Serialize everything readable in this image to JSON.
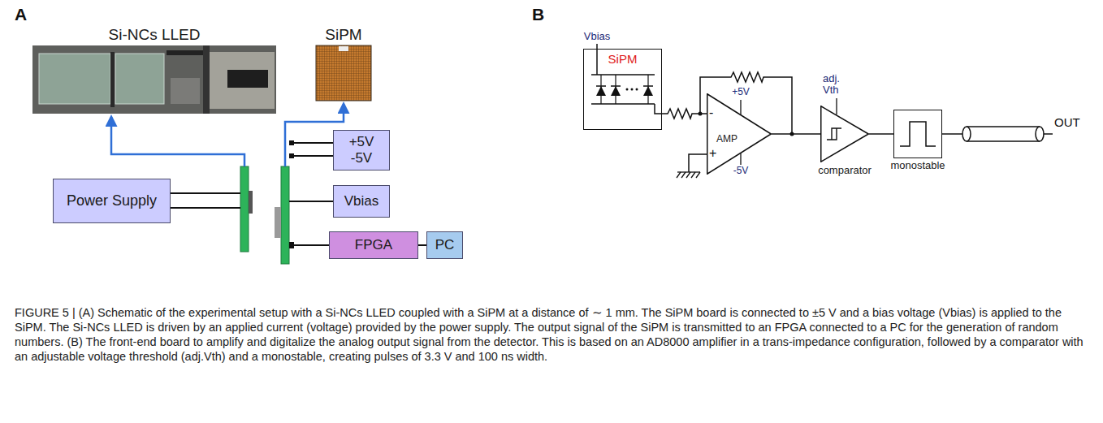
{
  "diagram": {
    "caption": "FIGURE 5 | (A) Schematic of the experimental setup with a Si-NCs LLED coupled with a SiPM at a distance of ∼ 1 mm. The SiPM board is connected to ±5 V and a bias voltage (Vbias) is applied to the SiPM. The Si-NCs LLED is driven by an applied current (voltage) provided by the power supply. The output signal of the SiPM is transmitted to an FPGA connected to a PC for the generation of random numbers. (B) The front-end board to amplify and digitalize the analog output signal from the detector. This is based on an AD8000 amplifier in a trans-impedance configuration, followed by a comparator with an adjustable voltage threshold (adj.Vth) and a monostable, creating pulses of 3.3 V and 100 ns width.",
    "nodes": [
      {
        "text": [
          "Si-NCs LLED"
        ]
      },
      {
        "text": [
          "SiPM"
        ]
      },
      {
        "text": [
          "Power Supply"
        ]
      },
      {
        "text": [
          "+5V -5V"
        ]
      },
      {
        "text": [
          "Vbias"
        ]
      },
      {
        "text": [
          "FPGA"
        ]
      },
      {
        "text": [
          "PC"
        ]
      },
      {
        "text": [
          "SiPM"
        ]
      },
      {
        "text": [
          "AMP"
        ]
      },
      {
        "text": [
          "comparator"
        ]
      },
      {
        "text": [
          "monostable"
        ]
      }
    ],
    "edges": [
      {
        "from": 5,
        "to": 6,
        "arrow": "none"
      },
      {
        "from": 7,
        "to": 8,
        "arrow": "none"
      },
      {
        "from": 8,
        "to": 9,
        "arrow": "none"
      },
      {
        "from": 9,
        "to": 10,
        "arrow": "none"
      }
    ],
    "labels": [
      "A",
      "B",
      "Vbias",
      "-",
      "+",
      "+5V",
      "-5V",
      "adj. Vth",
      "OUT"
    ]
  }
}
